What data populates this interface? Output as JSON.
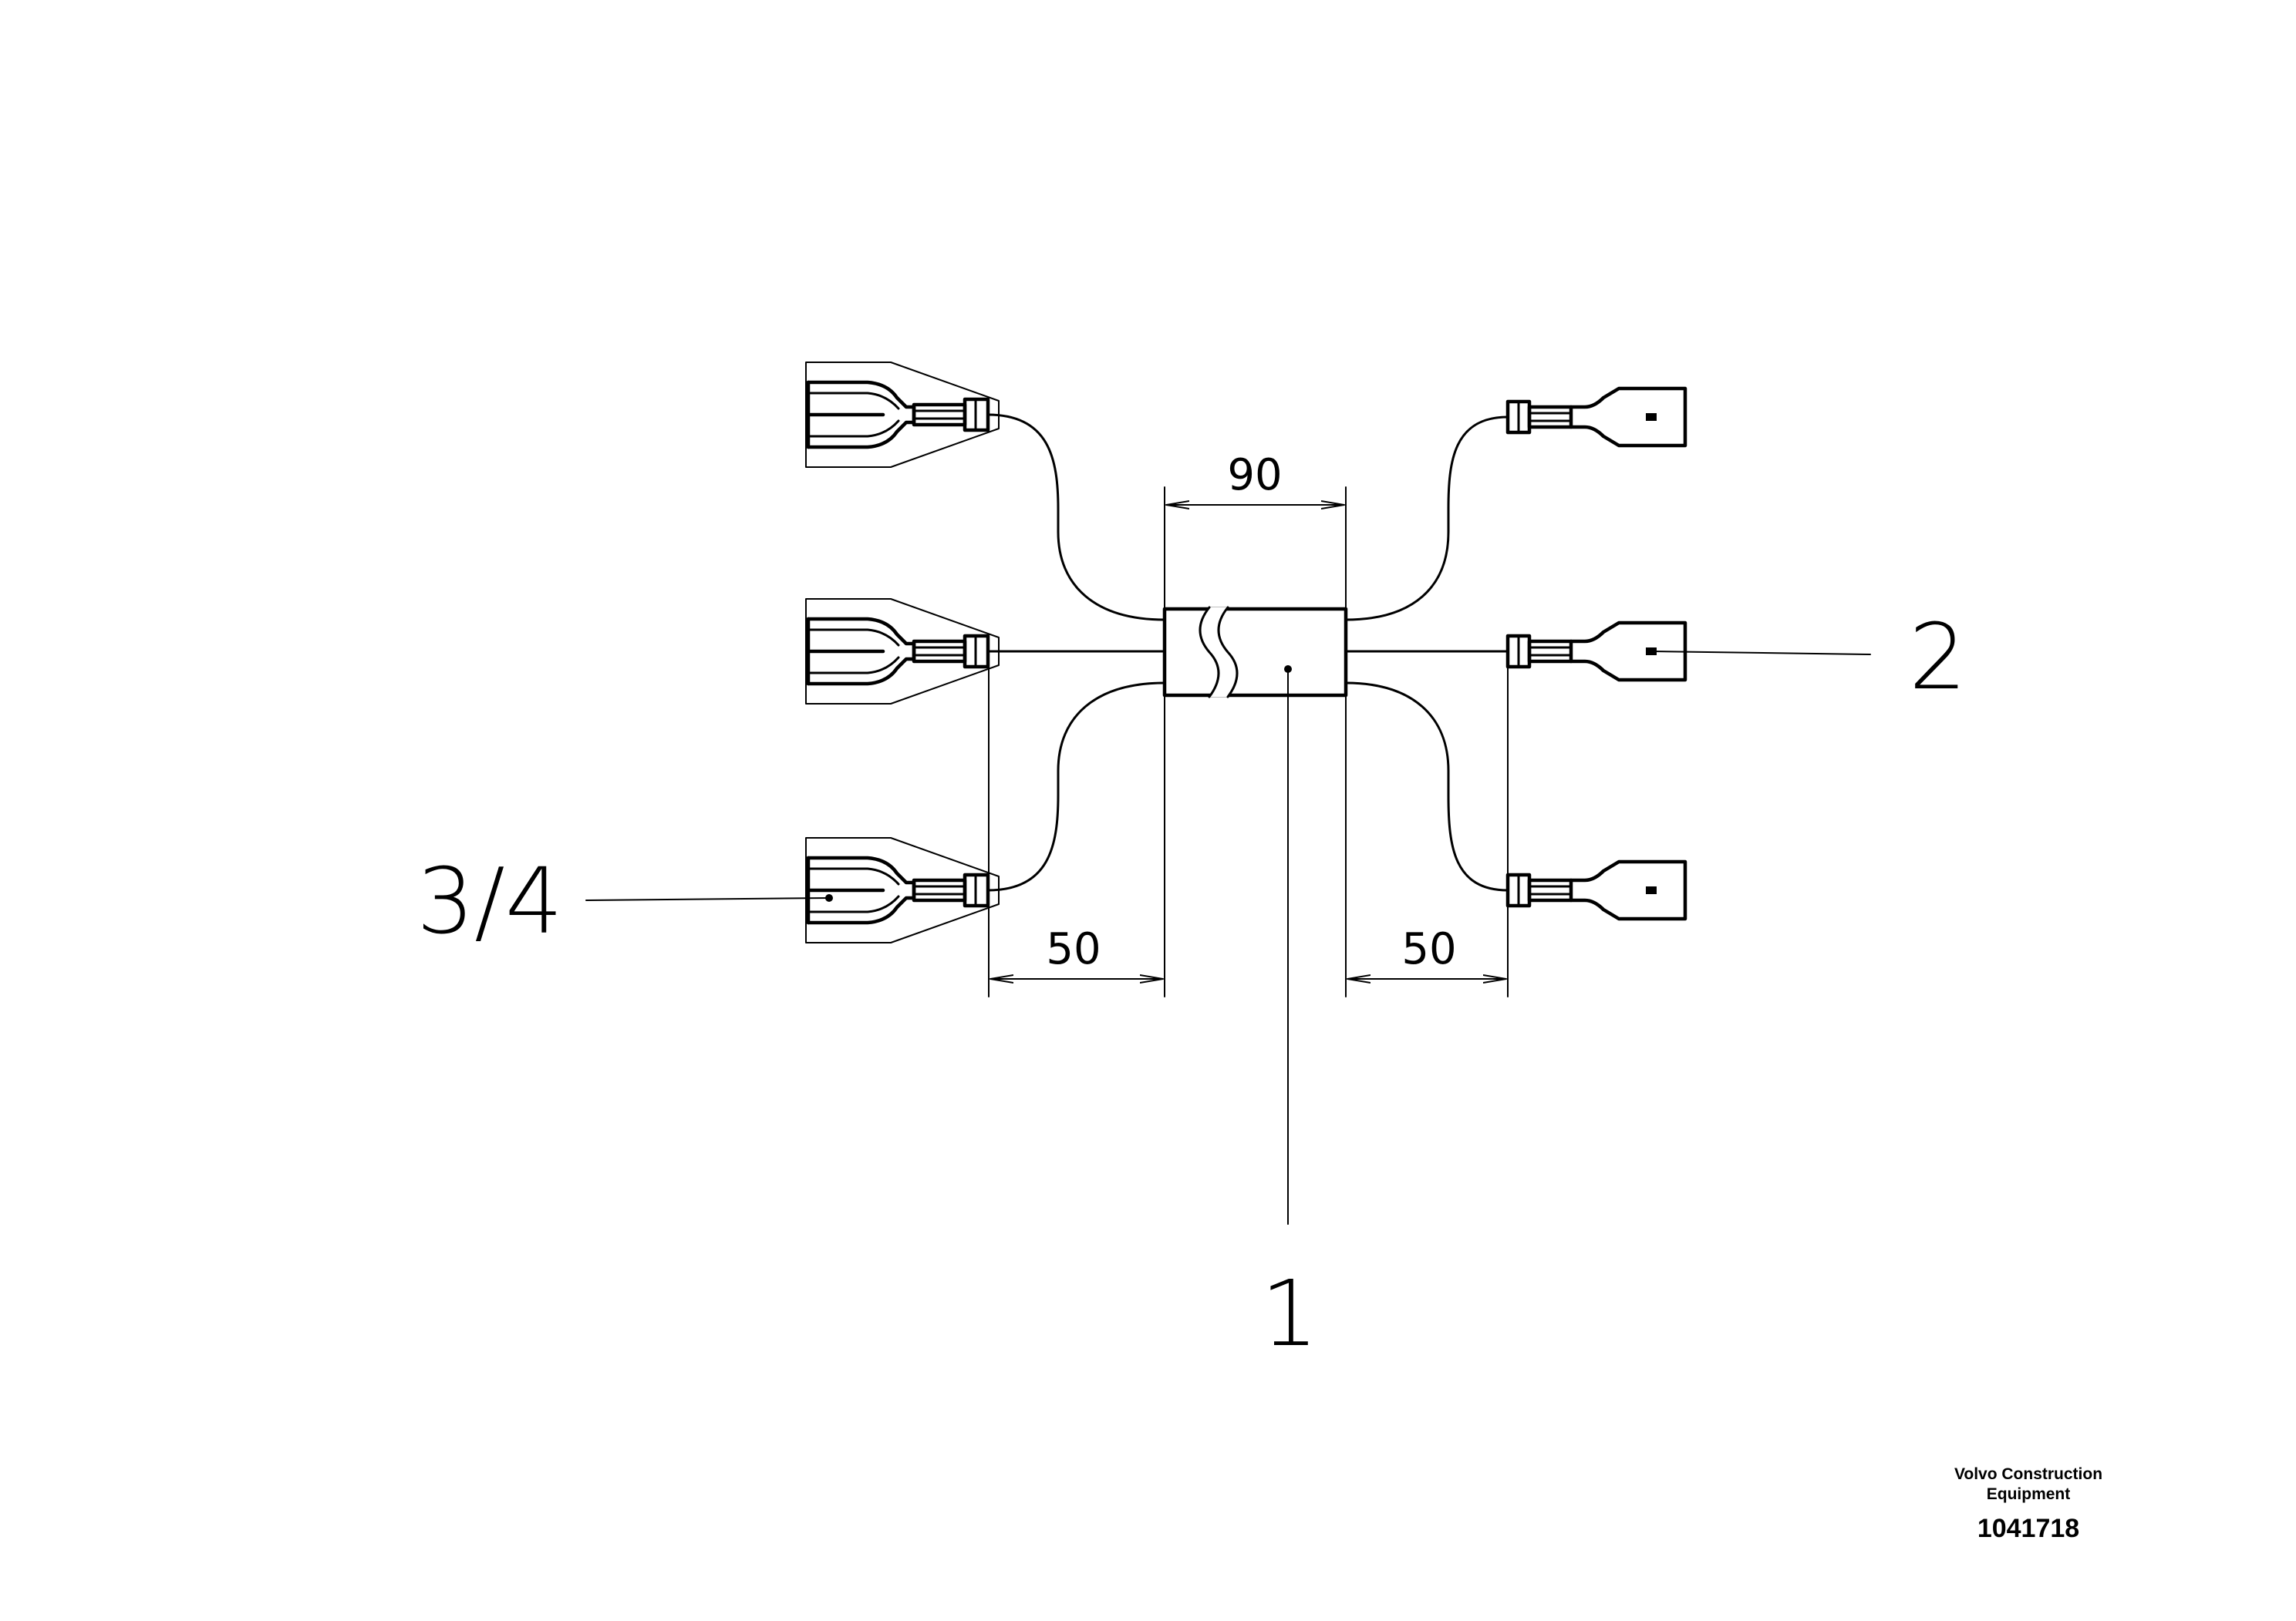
{
  "dimensions": {
    "center_length": "90",
    "left_length": "50",
    "right_length": "50"
  },
  "callouts": {
    "item_1": "1",
    "item_2": "2",
    "item_3_4": "3/4"
  },
  "footer": {
    "manufacturer_line1": "Volvo Construction",
    "manufacturer_line2": "Equipment",
    "drawing_number": "1041718"
  }
}
